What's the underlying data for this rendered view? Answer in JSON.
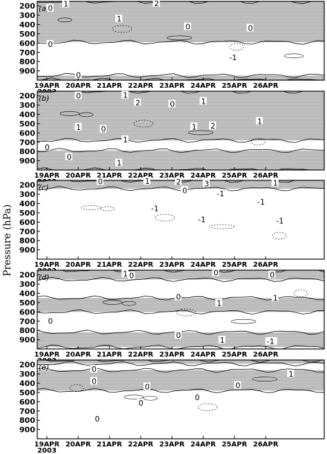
{
  "figure": {
    "ylabel": "Pressure (hPa)",
    "year_label": "2003"
  },
  "chart_data": [
    {
      "type": "contour",
      "panel_label": "(a)",
      "xlabel": "",
      "ylabel": "Pressure (hPa)",
      "x_ticks": [
        "19APR",
        "20APR",
        "21APR",
        "22APR",
        "23APR",
        "24APR",
        "25APR",
        "26APR"
      ],
      "y_ticks": [
        200,
        300,
        400,
        500,
        600,
        700,
        800,
        900
      ],
      "ylim": [
        1000,
        150
      ],
      "shaded_regions": [
        {
          "x": [
            0,
            8.6
          ],
          "y": [
            150,
            590
          ]
        },
        {
          "x": [
            0,
            8.6
          ],
          "y": [
            950,
            1000
          ]
        }
      ],
      "contour_labels": [
        {
          "text": "1",
          "x": 0.6,
          "y": 185
        },
        {
          "text": "0",
          "x": 0.1,
          "y": 230
        },
        {
          "text": "2",
          "x": 3.5,
          "y": 180
        },
        {
          "text": "1",
          "x": 2.3,
          "y": 345
        },
        {
          "text": "0",
          "x": 4.5,
          "y": 430
        },
        {
          "text": "0",
          "x": 6.5,
          "y": 445
        },
        {
          "text": "0",
          "x": 0.1,
          "y": 620
        },
        {
          "text": "0",
          "x": 1.0,
          "y": 950
        },
        {
          "text": "-1",
          "x": 5.9,
          "y": 760
        }
      ]
    },
    {
      "type": "contour",
      "panel_label": "(b)",
      "xlabel": "",
      "ylabel": "Pressure (hPa)",
      "x_ticks": [
        "19APR",
        "20APR",
        "21APR",
        "22APR",
        "23APR",
        "24APR",
        "25APR",
        "26APR"
      ],
      "y_ticks": [
        200,
        300,
        400,
        500,
        600,
        700,
        800,
        900
      ],
      "ylim": [
        1000,
        150
      ],
      "shaded_regions": [
        {
          "x": [
            0,
            8.6
          ],
          "y": [
            150,
            680
          ]
        },
        {
          "x": [
            0,
            8.6
          ],
          "y": [
            790,
            1000
          ]
        }
      ],
      "contour_labels": [
        {
          "text": "0",
          "x": 1.0,
          "y": 205
        },
        {
          "text": "1",
          "x": 2.5,
          "y": 200
        },
        {
          "text": "2",
          "x": 2.9,
          "y": 280
        },
        {
          "text": "1",
          "x": 5.0,
          "y": 265
        },
        {
          "text": "0",
          "x": 4.0,
          "y": 295
        },
        {
          "text": "1",
          "x": 1.0,
          "y": 545
        },
        {
          "text": "0",
          "x": 1.8,
          "y": 565
        },
        {
          "text": "1",
          "x": 4.7,
          "y": 540
        },
        {
          "text": "2",
          "x": 5.3,
          "y": 530
        },
        {
          "text": "1",
          "x": 6.8,
          "y": 480
        },
        {
          "text": "1",
          "x": 2.5,
          "y": 680
        },
        {
          "text": "0",
          "x": 0.0,
          "y": 760
        },
        {
          "text": "0",
          "x": 0.7,
          "y": 865
        },
        {
          "text": "1",
          "x": 2.3,
          "y": 930
        }
      ]
    },
    {
      "type": "contour",
      "panel_label": "(c)",
      "xlabel": "",
      "ylabel": "Pressure (hPa)",
      "x_ticks": [
        "19APR",
        "20APR",
        "21APR",
        "22APR",
        "23APR",
        "24APR",
        "25APR",
        "26APR"
      ],
      "y_ticks": [
        200,
        300,
        400,
        500,
        600,
        700,
        800,
        900
      ],
      "ylim": [
        1000,
        150
      ],
      "shaded_regions": [
        {
          "x": [
            0,
            8.6
          ],
          "y": [
            150,
            240
          ]
        }
      ],
      "contour_labels": [
        {
          "text": "0",
          "x": 1.7,
          "y": 170
        },
        {
          "text": "1",
          "x": 3.2,
          "y": 165
        },
        {
          "text": "2",
          "x": 4.2,
          "y": 172
        },
        {
          "text": "3",
          "x": 5.1,
          "y": 190
        },
        {
          "text": "1",
          "x": 7.3,
          "y": 185
        },
        {
          "text": "0",
          "x": 4.4,
          "y": 265
        },
        {
          "text": "-1",
          "x": 5.5,
          "y": 300
        },
        {
          "text": "-1",
          "x": 3.4,
          "y": 460
        },
        {
          "text": "-1",
          "x": 6.8,
          "y": 390
        },
        {
          "text": "-1",
          "x": 4.9,
          "y": 580
        },
        {
          "text": "-1",
          "x": 7.4,
          "y": 595
        }
      ]
    },
    {
      "type": "contour",
      "panel_label": "(d)",
      "xlabel": "",
      "ylabel": "Pressure (hPa)",
      "x_ticks": [
        "19APR",
        "20APR",
        "21APR",
        "22APR",
        "23APR",
        "24APR",
        "25APR",
        "26APR"
      ],
      "y_ticks": [
        200,
        300,
        400,
        500,
        600,
        700,
        800,
        900
      ],
      "ylim": [
        1000,
        150
      ],
      "shaded_regions": [
        {
          "x": [
            0,
            8.6
          ],
          "y": [
            150,
            250
          ]
        },
        {
          "x": [
            0,
            8.6
          ],
          "y": [
            450,
            600
          ]
        },
        {
          "x": [
            0,
            8.6
          ],
          "y": [
            820,
            980
          ]
        }
      ],
      "contour_labels": [
        {
          "text": "1",
          "x": 2.5,
          "y": 195
        },
        {
          "text": "0",
          "x": 2.7,
          "y": 215
        },
        {
          "text": "0",
          "x": 5.4,
          "y": 185
        },
        {
          "text": "0",
          "x": 7.2,
          "y": 205
        },
        {
          "text": "0",
          "x": 4.2,
          "y": 445
        },
        {
          "text": "1",
          "x": 5.5,
          "y": 510
        },
        {
          "text": "1",
          "x": 7.3,
          "y": 455
        },
        {
          "text": "0",
          "x": 4.2,
          "y": 860
        },
        {
          "text": "1",
          "x": 5.6,
          "y": 910
        },
        {
          "text": "-1",
          "x": 7.1,
          "y": 925
        },
        {
          "text": "0",
          "x": 0.1,
          "y": 705
        }
      ]
    },
    {
      "type": "contour",
      "panel_label": "(e)",
      "xlabel": "",
      "ylabel": "Pressure (hPa)",
      "x_ticks": [
        "19APR",
        "20APR",
        "21APR",
        "22APR",
        "23APR",
        "24APR",
        "25APR",
        "26APR"
      ],
      "y_ticks": [
        200,
        300,
        400,
        500,
        600,
        700,
        800,
        900
      ],
      "ylim": [
        1000,
        150
      ],
      "shaded_regions": [
        {
          "x": [
            0,
            8.6
          ],
          "y": [
            260,
            480
          ]
        },
        {
          "x": [
            0,
            8.6
          ],
          "y": [
            150,
            190
          ]
        }
      ],
      "contour_labels": [
        {
          "text": "0",
          "x": 1.5,
          "y": 255
        },
        {
          "text": "0",
          "x": 1.5,
          "y": 385
        },
        {
          "text": "0",
          "x": 3.2,
          "y": 445
        },
        {
          "text": "0",
          "x": 6.1,
          "y": 430
        },
        {
          "text": "0",
          "x": 4.8,
          "y": 560
        },
        {
          "text": "0",
          "x": 3.0,
          "y": 620
        },
        {
          "text": "0",
          "x": 1.6,
          "y": 790
        },
        {
          "text": "1",
          "x": 7.8,
          "y": 305
        }
      ]
    }
  ]
}
